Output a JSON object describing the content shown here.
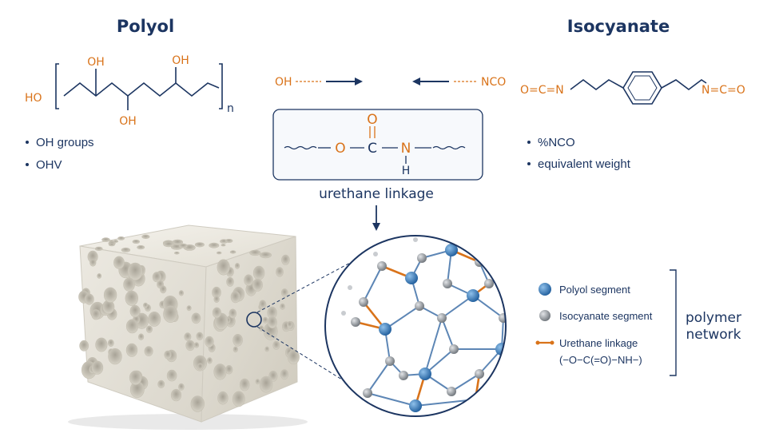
{
  "colors": {
    "navy": "#1c3561",
    "orange": "#d9731a",
    "blue_atom": "#2f6fae",
    "gray_atom": "#8a8f96",
    "foam": "#ebe8df"
  },
  "polyol": {
    "title": "Polyol",
    "ho_end": "HO",
    "oh_top1": "OH",
    "oh_top2": "OH",
    "oh_bottom": "OH",
    "subscript": "n",
    "bullets": [
      "OH groups",
      "OHV"
    ]
  },
  "isocyanate": {
    "title": "Isocyanate",
    "left_group": "O=C=N",
    "right_group": "N=C=O",
    "bullets": [
      "%NCO",
      "equivalent weight"
    ]
  },
  "reaction": {
    "left_label": "OH",
    "right_label": "NCO"
  },
  "urethane": {
    "o_top": "O",
    "o": "O",
    "c": "C",
    "n": "N",
    "h": "H",
    "caption": "urethane linkage"
  },
  "legend": {
    "items": [
      {
        "label": "Polyol segment"
      },
      {
        "label": "Isocyanate segment"
      },
      {
        "label": "Urethane linkage",
        "sub": "(−O−C(=O)−NH−)"
      }
    ],
    "group_label_line1": "polymer",
    "group_label_line2": "network"
  }
}
